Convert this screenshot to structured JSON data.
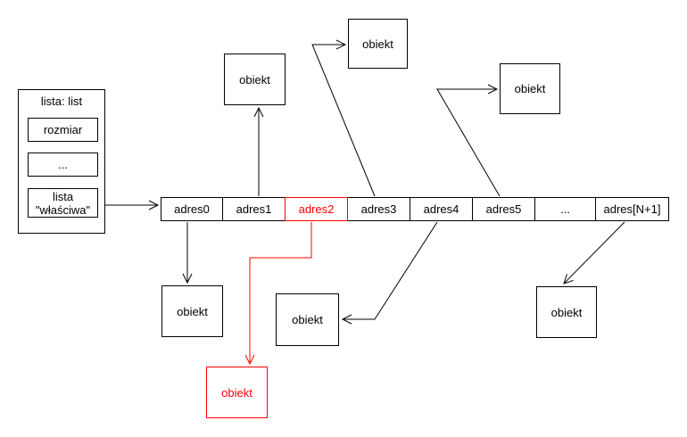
{
  "list_struct": {
    "title": "lista: list",
    "fields": {
      "rozmiar": "rozmiar",
      "dots": "...",
      "lista_line1": "lista",
      "lista_line2": "\"właściwa\""
    }
  },
  "array": {
    "cells": [
      {
        "label": "adres0",
        "highlighted": false
      },
      {
        "label": "adres1",
        "highlighted": false
      },
      {
        "label": "adres2",
        "highlighted": true
      },
      {
        "label": "adres3",
        "highlighted": false
      },
      {
        "label": "adres4",
        "highlighted": false
      },
      {
        "label": "adres5",
        "highlighted": false
      },
      {
        "label": "...",
        "highlighted": false
      },
      {
        "label": "adres[N+1]",
        "highlighted": false
      }
    ]
  },
  "objects": [
    {
      "label": "obiekt",
      "pointed_from": "adres0",
      "highlighted": false
    },
    {
      "label": "obiekt",
      "pointed_from": "adres1",
      "highlighted": false
    },
    {
      "label": "obiekt",
      "pointed_from": "adres2",
      "highlighted": true
    },
    {
      "label": "obiekt",
      "pointed_from": "adres3",
      "highlighted": false
    },
    {
      "label": "obiekt",
      "pointed_from": "adres4",
      "highlighted": false
    },
    {
      "label": "obiekt",
      "pointed_from": "adres5",
      "highlighted": false
    },
    {
      "label": "obiekt",
      "pointed_from": "adres[N+1]",
      "highlighted": false
    }
  ],
  "edges": [
    {
      "from": "lista \"właściwa\"",
      "to": "array"
    },
    {
      "from": "adres0",
      "to": "obiekt below"
    },
    {
      "from": "adres1",
      "to": "obiekt above"
    },
    {
      "from": "adres2",
      "to": "obiekt below (red)"
    },
    {
      "from": "adres3",
      "to": "obiekt top"
    },
    {
      "from": "adres4",
      "to": "obiekt below middle"
    },
    {
      "from": "adres5",
      "to": "obiekt top right"
    },
    {
      "from": "adres[N+1]",
      "to": "obiekt bottom right"
    }
  ],
  "colors": {
    "line": "#000000",
    "highlight": "#ff0000",
    "background": "#ffffff",
    "text": "#000000"
  }
}
